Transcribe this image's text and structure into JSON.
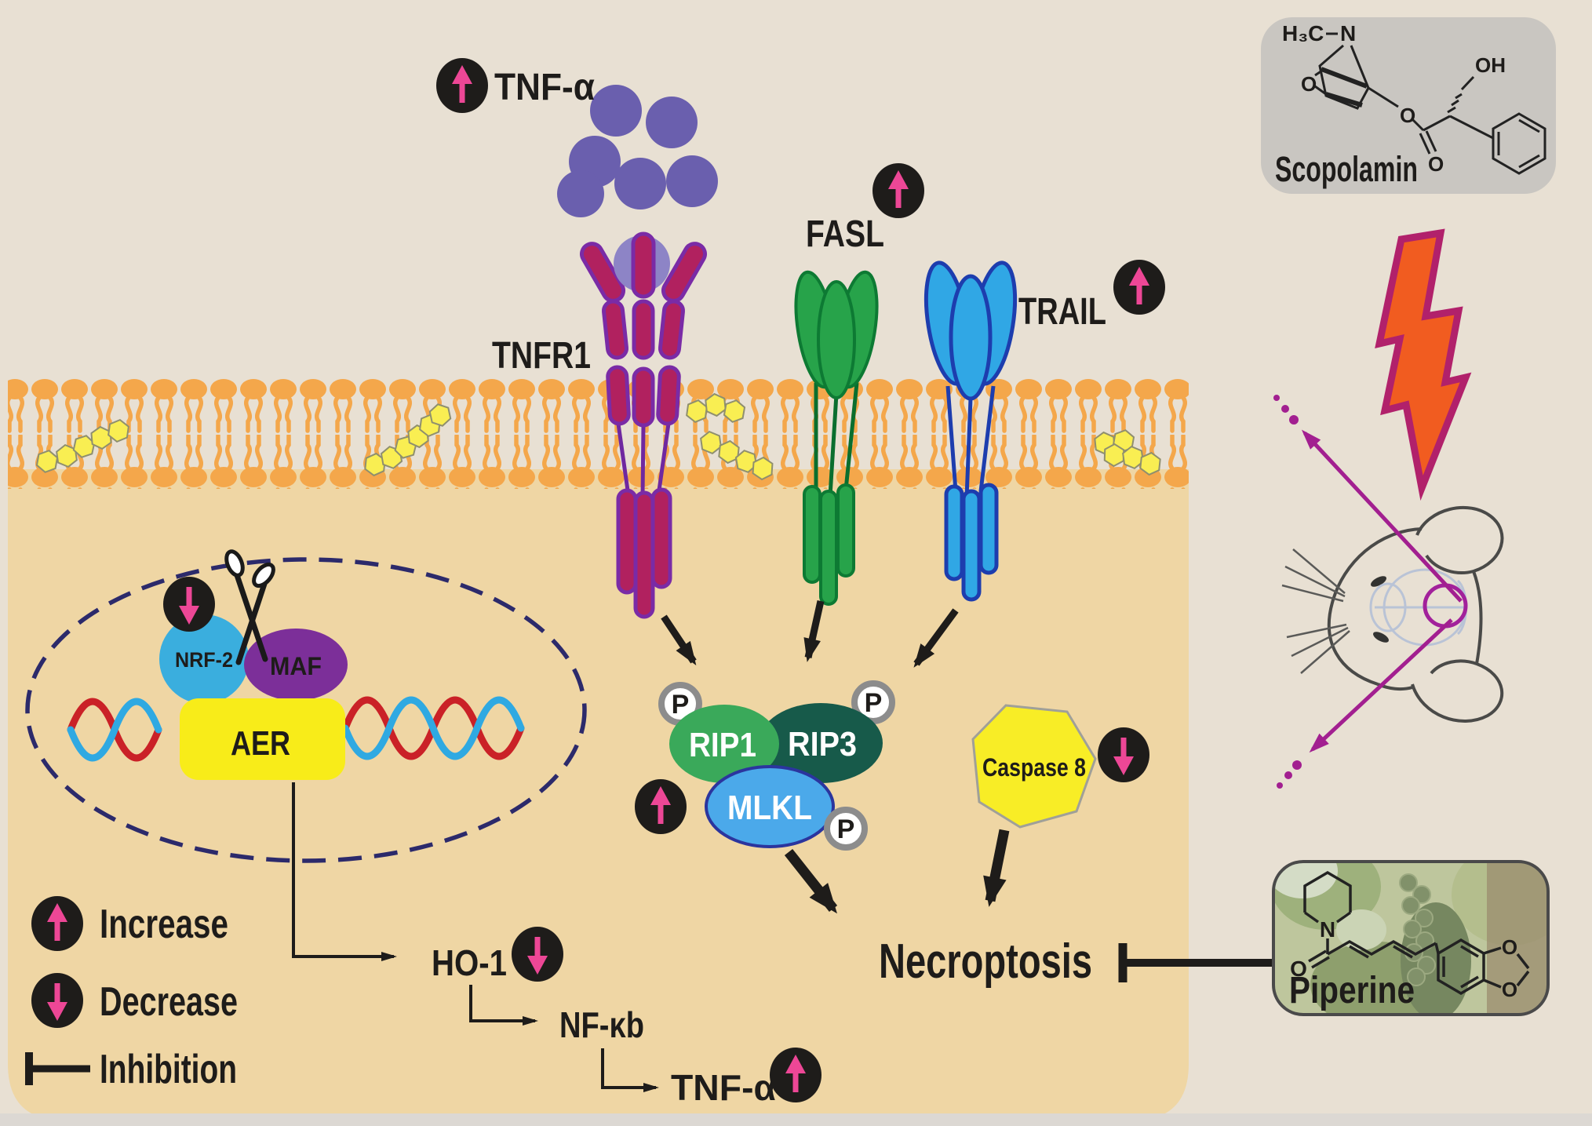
{
  "labels": {
    "tnf_top": "TNF-α",
    "tnfr1": "TNFR1",
    "fasl": "FASL",
    "trail": "TRAIL",
    "nrf2": "NRF-2",
    "maf": "MAF",
    "aer": "AER",
    "rip1": "RIP1",
    "rip3": "RIP3",
    "mlkl": "MLKL",
    "phospho": "P",
    "caspase8": "Caspase 8",
    "necroptosis": "Necroptosis",
    "ho1": "HO-1",
    "nfkb": "NF-κb",
    "tnf_bottom": "TNF-α"
  },
  "legend": {
    "increase": "Increase",
    "decrease": "Decrease",
    "inhibition": "Inhibition"
  },
  "compounds": {
    "scopolamin": {
      "name": "Scopolamin",
      "atoms": {
        "h3c": "H₃C",
        "n": "N",
        "o_epoxide": "O",
        "o_ester": "O",
        "o_carbonyl": "O",
        "oh": "OH"
      }
    },
    "piperine": {
      "name": "Piperine",
      "atoms": {
        "n": "N",
        "o_carbonyl": "O",
        "o_top": "O",
        "o_bottom": "O"
      }
    }
  },
  "colors": {
    "background": "#e8e0d3",
    "cell": "#efd6a4",
    "membrane": "#f4a74b",
    "cholesterol": "#f9ee52",
    "tnf_ligand": "#6a5fae",
    "tnfr1_fill": "#b1215f",
    "tnfr1_stroke": "#7231a5",
    "fasl_fill": "#27a34a",
    "trail_fill": "#30a7e5",
    "nucleus_stroke": "#2c2a6b",
    "nrf2": "#3aaede",
    "maf": "#7c2f99",
    "aer": "#f8ec19",
    "dna_red": "#ca2127",
    "dna_blue": "#2fa9e2",
    "rip1": "#3aa95a",
    "rip3": "#175a4a",
    "mlkl": "#4ba9ea",
    "caspase8": "#f8ed26",
    "badge": "#1e1c1a",
    "badge_arrow": "#ed4796",
    "bolt_fill": "#f15c20",
    "bolt_stroke": "#b1216b",
    "magenta_arrow": "#a21f90"
  }
}
